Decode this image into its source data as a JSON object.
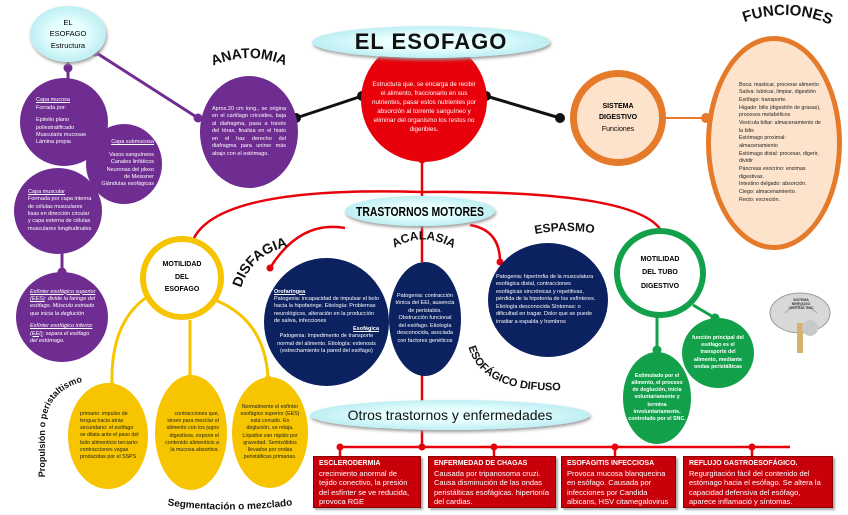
{
  "title": "EL ESOFAGO",
  "definition": "Estructura que, se encarga de recibir el alimento, fraccionarlo en sus nutrientes, pasar estos nutrientes por absorción al torrente sanguíneo y eliminar del organismo los restos no digeribles.",
  "estructura": {
    "label_l1": "EL",
    "label_l2": "ESOFAGO",
    "label_l3": "Estructura",
    "mucosa": {
      "heading": "Capa mucosa",
      "text": "Forrada por:",
      "items": [
        "Epitelio plano poliestratificado",
        "Muscularis mucosae",
        "Lámina propia"
      ]
    },
    "submucosa": {
      "heading": "Capa submucosa",
      "items": [
        "Vasos sanguíneos",
        "Canales linfáticos",
        "Neuronas del plexo de Meissner",
        "Glándulas esofágicas"
      ]
    },
    "muscular": {
      "heading": "Capa muscular",
      "text": "Formada por capa interna de células musculares lisas en dirección circular y capa externa de células musculares longitudinales"
    },
    "esfinteres": {
      "ees_heading": "Esfínter esofágico superior (EES)",
      "ees_text": ": divide la faringe del esófago. Músculo estriado que inicia la deglución",
      "eei_heading": "Esfínter esofágico inferior (EEI)",
      "eei_text": "; separa el esófago del estómago."
    }
  },
  "anatomia": {
    "label": "ANATOMIA",
    "text": "Aprox.20 cm long., se origina en el cartílago cricoides, baja al diafragma, pasa a través del tórax, finaliza en el hiato en el haz derecho del diafragma para unirse más abajo con el estómago."
  },
  "sistema": {
    "l1": "SISTEMA",
    "l2": "DIGESTIVO",
    "l3": "Funciones"
  },
  "funciones": {
    "label": "FUNCIONES",
    "items": [
      "Boca: masticar, procesar alimento",
      "Saliva: lubricar, limpiar, digestión",
      "Esófago: transporte.",
      "Hígado: bilis (digestión de grasas), procesos metabólicos",
      "Vesícula biliar: almacenamiento de la bilis",
      "Estómago proximal: almacenamiento",
      "Estómago distal: procesar, digerir, dividir",
      "Páncreas exocrino: enzimas digestivas.",
      "Intestino delgado: absorción.",
      "Ciego: almacenamiento.",
      "Recto: excreción."
    ]
  },
  "trastornos": {
    "label": "TRASTORNOS MOTORES",
    "disfagia": {
      "label": "DISFAGIA",
      "oro_heading": "Orofaríngea",
      "oro_text": "Patogenia: incapacidad de impulsar el bolo hacia la hipofaringe. Etiología: Problemas neurológicos, alteración en la producción de saliva, infecciones",
      "eso_heading": "Esofágica",
      "eso_text": "Patogenia: Impedimento de transporte normal del alimento. Etiología: estenosis (estrechamiento la pared del esófago)"
    },
    "acalasia": {
      "label": "ACALASIA",
      "text": "Patogenia: contracción tónica del EEI, ausencia de peristalsis. Obstrucción funcional del esófago. Etiología desconocida, asociada con factores genéticos"
    },
    "espasmo": {
      "label_top": "ESPASMO",
      "label_bottom": "ESOFÁGICO DIFUSO",
      "text": "Patogenia: hipertrofia de la musculatura esofágica distal, contracciones esofágicas sincrónicas y repetitivas, pérdida de la hipotonía de los esfínteres. Etiología desconocida Síntomas: o dificultad en tragar. Dolor que se puede irradiar a espalda y hombros"
    }
  },
  "motilidad_esofago": {
    "l1": "MOTILIDAD",
    "l2": "DEL",
    "l3": "ESOFAGO",
    "propulsion": {
      "label": "Propulsión o peristaltismo",
      "text": "primario: impulso de lengua hacia atrás secundario: el esófago se dilata ante el paso del bolo alimenticio terciario: contracciones vagas producidas por el SSPS"
    },
    "segmentacion": {
      "label": "Segmentación o mezclado",
      "text": "contracciones que, sirven para mezclar el alimento con los jugos digestivos, expone el contenido alimenticio a la mucosa absortiva."
    },
    "normal": {
      "text": "Normalmente el esfínter esofágico superior (EES) está cerrado. En deglución, se relaja. Líquidos van rápido por gravedad. Semisólidos llevados por ondas peristálticas primarias."
    }
  },
  "motilidad_tubo": {
    "l1": "MOTILIDAD",
    "l2": "DEL TUBO",
    "l3": "DIGESTIVO",
    "funcion": "función principal del esófago es el transporte del alimento, mediante ondas peristálticas",
    "estimulo": "Estimulado por el alimento, el proceso de deglución, inicia voluntariamente y termina involuntariamente, controlado por el SNC.",
    "brain_label": "SISTEMA NERVIOSO CENTRAL SNC"
  },
  "otros": {
    "label": "Otros trastornos y enfermedades",
    "items": [
      {
        "title": "ESCLERODERMIA",
        "text": "crecimiento anormal de tejido conectivo, la presión del esfínter se ve reducida, provoca RGE"
      },
      {
        "title": "ENFERMEDAD DE CHAGAS",
        "text": "Causada por tripanosoma cruzi. Causa disminución de las ondas peristálticas esofágicas. hipertonía del cardias."
      },
      {
        "title": "ESOFAGITIS INFECCIOSA",
        "text": "Provoca mucosa blanquecina en esófago. Causada por infecciones por Candida albicans, HSV citamegalovirus"
      },
      {
        "title": "REFLUJO GASTROESOFÁGICO.",
        "text": "Regurgitación fácil del contenido del estómago hacia el esófago. Se altera la capacidad defensiva del esófago, aparece inflamació y síntomas."
      }
    ]
  },
  "colors": {
    "purple": "#6f2c91",
    "red": "#e8000a",
    "navy": "#0b2160",
    "yellow": "#f6c500",
    "green": "#12a04a",
    "orange": "#e57b2a"
  }
}
